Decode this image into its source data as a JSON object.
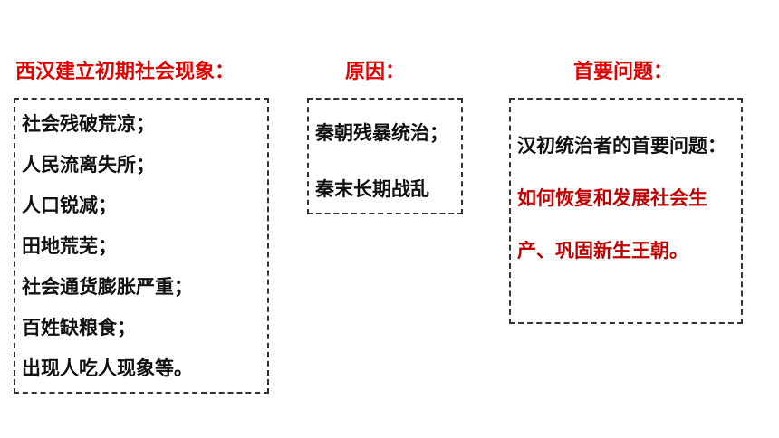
{
  "headings": {
    "phenomena": "西汉建立初期社会现象：",
    "cause": "原因：",
    "primary_issue": "首要问题："
  },
  "phenomena_items": [
    "社会残破荒凉；",
    "人民流离失所；",
    "人口锐减；",
    "田地荒芜；",
    "社会通货膨胀严重；",
    "百姓缺粮食；",
    "出现人吃人现象等。"
  ],
  "cause_items": [
    "秦朝残暴统治；",
    "秦末长期战乱"
  ],
  "primary_issue_text": {
    "lead": "汉初统治者的首要问题：",
    "highlight": "如何恢复和发展社会生产、巩固新生王朝。"
  },
  "colors": {
    "heading": "#e00000",
    "highlight": "#c00000",
    "body_text": "#111111",
    "border": "#333333"
  }
}
